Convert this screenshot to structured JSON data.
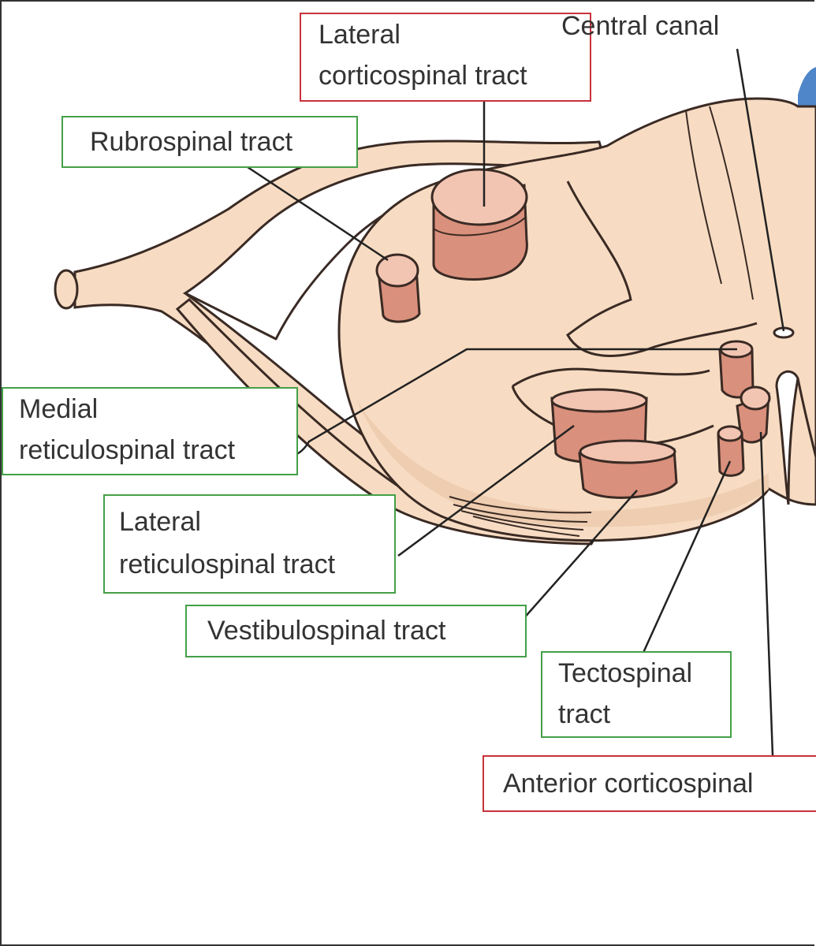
{
  "colors": {
    "tissue": "#f7dcc3",
    "tissue_shade": "#eecdb0",
    "outline": "#3a2a24",
    "tract_fill": "#d9907c",
    "tract_top": "#f2c5b3",
    "tract_dark": "#b9695a",
    "ventricle": "#4f86c9",
    "descending_box": "#44a048",
    "corticospinal_box": "#c8323a",
    "text": "#333333"
  },
  "labels": {
    "lateral_corticospinal": {
      "line1": "Lateral",
      "line2": "corticospinal tract"
    },
    "central_canal": "Central canal",
    "rubrospinal": "Rubrospinal tract",
    "medial_reticulospinal": {
      "line1": "Medial",
      "line2": "reticulospinal tract"
    },
    "lateral_reticulospinal": {
      "line1": "Lateral",
      "line2": "reticulospinal tract"
    },
    "vestibulospinal": "Vestibulospinal tract",
    "tectospinal": {
      "line1": "Tectospinal",
      "line2": "tract"
    },
    "anterior_corticospinal": "Anterior corticospinal"
  }
}
